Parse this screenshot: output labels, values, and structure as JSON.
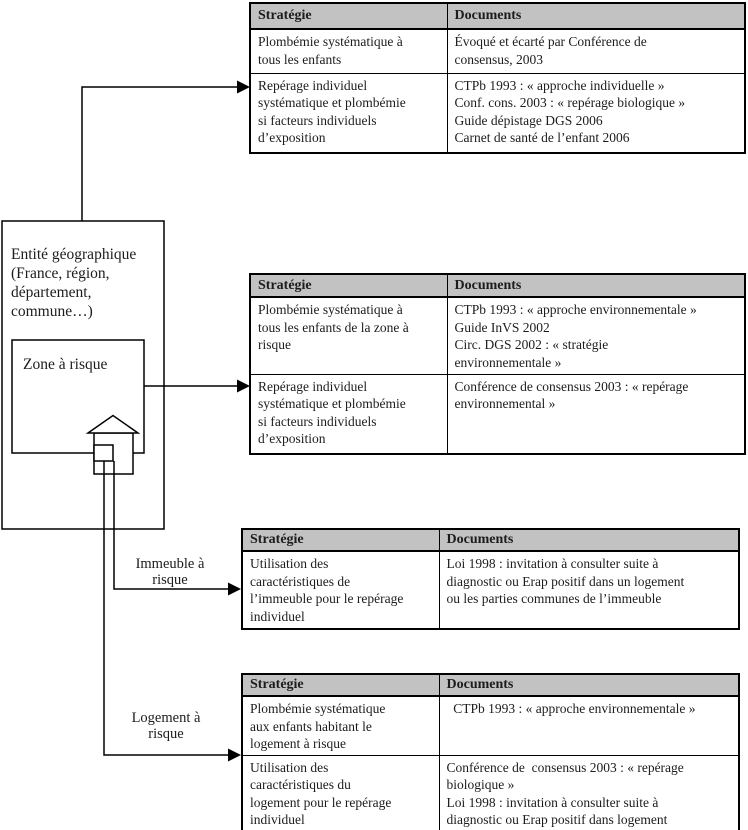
{
  "colors": {
    "header_bg": "#c2c2c2",
    "border": "#000000",
    "text": "#1c1c1c",
    "background": "#ffffff"
  },
  "diagram": {
    "entity_label": "Entité géographique\n(France, région,\ndépartement,\ncommune…)",
    "zone_label": "Zone à risque",
    "building_risk_label": "Immeuble à\nrisque",
    "dwelling_risk_label": "Logement à\nrisque",
    "icons": {
      "house": "house-icon",
      "arrows": "right-arrowhead"
    }
  },
  "tables": [
    {
      "headers": [
        "Stratégie",
        "Documents"
      ],
      "rows": [
        [
          "Plombémie systématique à\ntous les enfants",
          "Évoqué et écarté par Conférence de\nconsensus, 2003"
        ],
        [
          "Repérage individuel\nsystématique et plombémie\nsi facteurs individuels\nd’exposition",
          "CTPb 1993 : « approche individuelle »\nConf. cons. 2003 : « repérage biologique »\nGuide dépistage DGS 2006\nCarnet de santé de l’enfant 2006"
        ]
      ]
    },
    {
      "headers": [
        "Stratégie",
        "Documents"
      ],
      "rows": [
        [
          "Plombémie systématique à\ntous les enfants de la zone à\nrisque",
          "CTPb 1993 : « approche environnementale »\nGuide InVS 2002\nCirc. DGS 2002 : « stratégie\nenvironnementale »"
        ],
        [
          "Repérage individuel\nsystématique et plombémie\nsi facteurs individuels\nd’exposition",
          "Conférence de consensus 2003 : « repérage\nenvironnemental »"
        ]
      ]
    },
    {
      "headers": [
        "Stratégie",
        "Documents"
      ],
      "rows": [
        [
          "Utilisation des\ncaractéristiques de\nl’immeuble pour le repérage\nindividuel",
          "Loi 1998 : invitation à consulter suite à\ndiagnostic ou Erap positif dans un logement\nou les parties communes de l’immeuble"
        ]
      ]
    },
    {
      "headers": [
        "Stratégie",
        "Documents"
      ],
      "rows": [
        [
          "Plombémie systématique\naux enfants habitant le\nlogement à risque",
          "  CTPb 1993 : « approche environnementale »"
        ],
        [
          "Utilisation des\ncaractéristiques du\nlogement pour le repérage\nindividuel",
          "Conférence de  consensus 2003 : « repérage\nbiologique »\nLoi 1998 : invitation à consulter suite à\ndiagnostic ou Erap positif dans logement"
        ]
      ]
    }
  ]
}
